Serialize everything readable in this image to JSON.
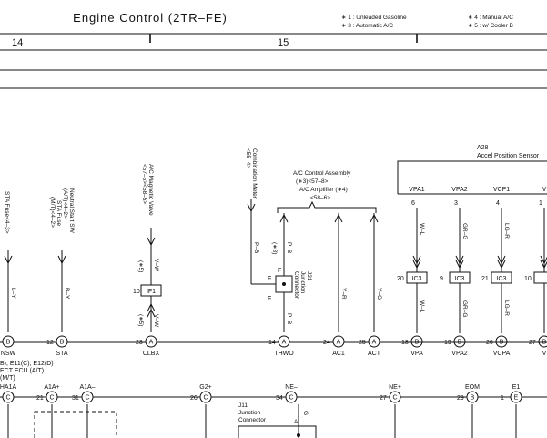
{
  "header": {
    "title": "Engine Control (2TR–FE)",
    "notes": [
      "∗ 1 : Unleaded Gasoline",
      "∗ 3 : Automatic A/C",
      "∗ 4 : Manual A/C",
      "∗ 5 : w/ Cooler B"
    ],
    "columns": [
      "14",
      "15"
    ]
  },
  "top_labels": {
    "sta_fuse": "STA Fuse<4–3>",
    "neutral_switch": "Neutral Start SW",
    "neutral_at": "(A/T)<4–2>",
    "sta_fuse2": "STA Fuse",
    "sta_fuse2_mt": "(M/T)<4–2>",
    "ac_valve": "A/C Magnetic Valve",
    "ac_valve_ref": "<57–5><58–5>",
    "comb_meter": "Combination Meter",
    "comb_meter_ref": "<55–4>",
    "ac_control": "A/C Control Assembly",
    "ac_control_ref": "(∗3)<57–8>",
    "ac_amp": "A/C Amplifier (∗4)",
    "ac_amp_ref": "<58–6>",
    "a28": "A28",
    "accel_sensor": "Accel Position Sensor"
  },
  "sensor_pins": [
    {
      "name": "VPA1",
      "num": "6",
      "wire_top": "W–L",
      "ic": "IC3",
      "ic_pin": "20",
      "wire_bot": "W–L",
      "ecu_pin": "18",
      "ecu_conn": "B",
      "ecu_name": "VPA"
    },
    {
      "name": "VPA2",
      "num": "3",
      "wire_top": "GR–G",
      "ic": "IC3",
      "ic_pin": "9",
      "wire_bot": "GR–G",
      "ecu_pin": "19",
      "ecu_conn": "B",
      "ecu_name": "VPA2"
    },
    {
      "name": "VCP1",
      "num": "4",
      "wire_top": "LG–R",
      "ic": "IC3",
      "ic_pin": "21",
      "wire_bot": "LG–R",
      "ecu_pin": "26",
      "ecu_conn": "B",
      "ecu_name": "VCPA"
    },
    {
      "name": "V",
      "num": "1",
      "wire_top": "",
      "ic": "",
      "ic_pin": "10",
      "wire_bot": "",
      "ecu_pin": "27",
      "ecu_conn": "B",
      "ecu_name": "V"
    }
  ],
  "left_wires": {
    "nsw_wire": "L–Y",
    "sta_wire": "B–Y",
    "clbx_top": "V–W",
    "clbx_bot": "V–W",
    "clbx_ref_top": "(∗5)",
    "clbx_ref_bot": "(∗5)",
    "if1": "IF1",
    "if1_pin": "10",
    "thwo_top": "P–B",
    "thwo_bot": "P–B",
    "thwo_ref": "(∗3)",
    "ac1_wire": "Y–R",
    "act_wire": "Y–G",
    "pb_mid": "P–B",
    "junction": "J21",
    "junction_name": "Junction",
    "junction_name2": "Connector",
    "f_label": "F"
  },
  "ecu_pins_row1": [
    {
      "num": "",
      "conn": "B",
      "name": "NSW"
    },
    {
      "num": "12",
      "conn": "B",
      "name": "STA"
    },
    {
      "num": "23",
      "conn": "A",
      "name": "CLBX"
    },
    {
      "num": "14",
      "conn": "A",
      "name": "THWO"
    },
    {
      "num": "24",
      "conn": "A",
      "name": "AC1"
    },
    {
      "num": "25",
      "conn": "A",
      "name": "ACT"
    }
  ],
  "ecu_block": {
    "line1": "B), E11(C), E12(D)",
    "line2": "ECT ECU (A/T)",
    "line3": "(M/T)"
  },
  "ecu_pins_row2": [
    {
      "num": "",
      "conn": "C",
      "name": "HA1A"
    },
    {
      "num": "21",
      "conn": "C",
      "name": "A1A+"
    },
    {
      "num": "31",
      "conn": "C",
      "name": "A1A–"
    },
    {
      "num": "26",
      "conn": "C",
      "name": "G2+"
    },
    {
      "num": "34",
      "conn": "C",
      "name": "NE–"
    },
    {
      "num": "27",
      "conn": "C",
      "name": "NE+"
    },
    {
      "num": "29",
      "conn": "B",
      "name": "EOM"
    },
    {
      "num": "1",
      "conn": "E",
      "name": "E1"
    }
  ],
  "bottom_labels": {
    "junction": "J11",
    "junction_name": "Junction",
    "junction_name2": "Connector",
    "a_label": "A",
    "g_label": "G"
  }
}
